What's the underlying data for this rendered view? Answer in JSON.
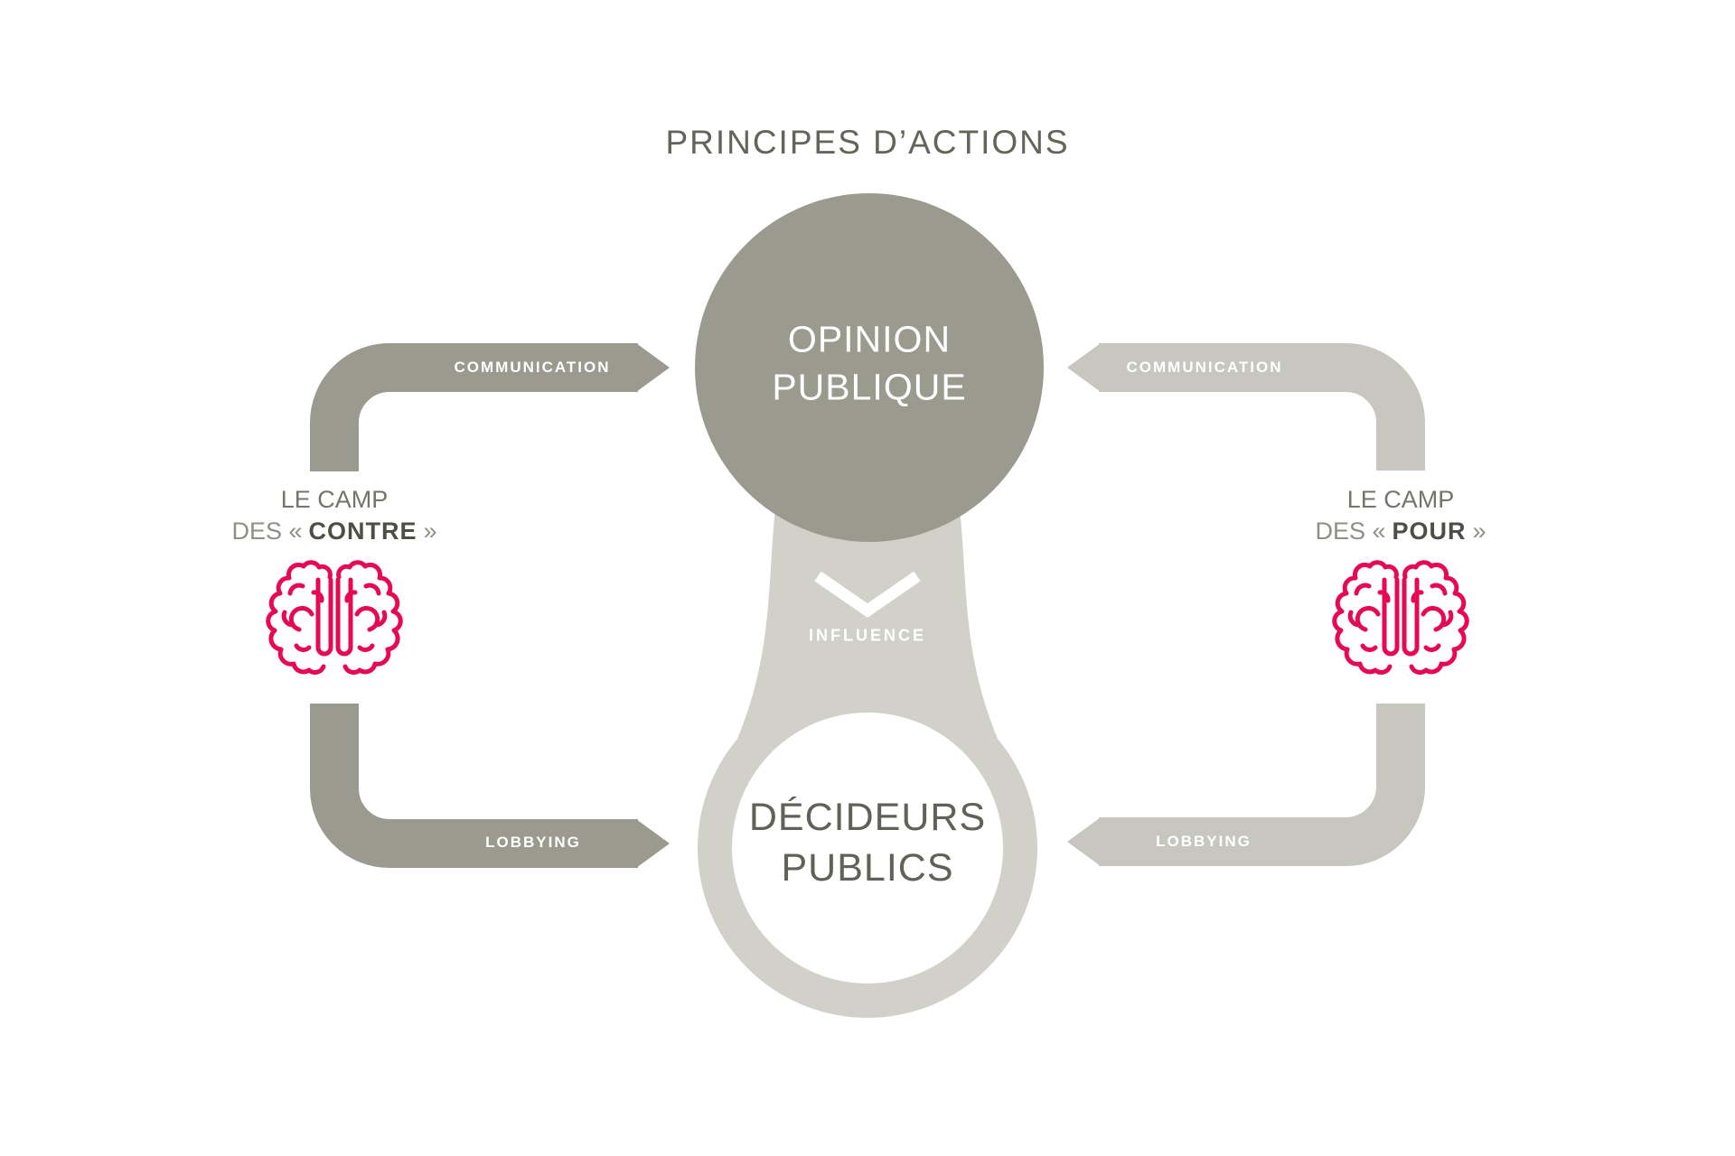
{
  "title": "PRINCIPES D’ACTIONS",
  "nodes": {
    "opinion_publique": {
      "line1": "OPINION",
      "line2": "PUBLIQUE"
    },
    "decideurs_publics": {
      "line1": "DÉCIDEURS",
      "line2": "PUBLICS"
    }
  },
  "connector": {
    "label": "INFLUENCE",
    "arrow_icon": "chevron-down-icon"
  },
  "arrows": {
    "communication_left": {
      "label": "COMMUNICATION",
      "direction": "right"
    },
    "communication_right": {
      "label": "COMMUNICATION",
      "direction": "left"
    },
    "lobbying_left": {
      "label": "LOBBYING",
      "direction": "right"
    },
    "lobbying_right": {
      "label": "LOBBYING",
      "direction": "left"
    }
  },
  "camps": {
    "contre": {
      "line1": "LE CAMP",
      "prefix": "DES «",
      "name": "CONTRE",
      "suffix": "»",
      "icon": "brain-icon"
    },
    "pour": {
      "line1": "LE CAMP",
      "prefix": "DES «",
      "name": "POUR",
      "suffix": "»",
      "icon": "brain-icon"
    }
  },
  "colors": {
    "background": "#ffffff",
    "node_dark": "#9a9a8e",
    "arrow_dark": "#9a9a8e",
    "arrow_light": "#c7c7bf",
    "connector_gray": "#d1d1c9",
    "ring_gray": "#d1d1c9",
    "inner_circle": "#ffffff",
    "accent_pink": "#e60a56",
    "title_text": "#64645b",
    "node_text": "#61615a",
    "label_text": "#ffffff"
  }
}
